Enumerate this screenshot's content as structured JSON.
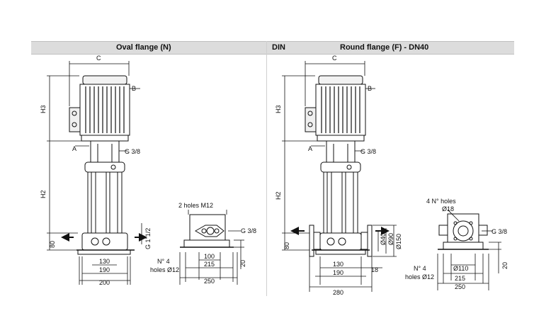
{
  "headers": {
    "left": "Oval flange (N)",
    "din": "DIN",
    "right": "Round flange (F) - DN40"
  },
  "left": {
    "dims": {
      "c": "C",
      "b": "B",
      "a": "A",
      "h3": "H3",
      "h2": "H2",
      "g38": "G 3/8",
      "g112": "G 1\"1/2",
      "d80": "80",
      "d130": "130",
      "d190": "190",
      "d200": "200"
    },
    "base": {
      "holes_m12": "2 holes M12",
      "g38": "G 3/8",
      "n4": "N° 4",
      "holes12": "holes Ø12",
      "d100": "100",
      "d215": "215",
      "d250": "250",
      "d20": "20"
    }
  },
  "right": {
    "dims": {
      "c": "C",
      "b": "B",
      "a": "A",
      "h3": "H3",
      "h2": "H2",
      "g38": "G 3/8",
      "d80": "80",
      "d40": "Ø40",
      "d90": "Ø90",
      "d150": "Ø150",
      "d130": "130",
      "d18": "18",
      "d190": "190",
      "d280": "280"
    },
    "base": {
      "n4holes": "4 N° holes",
      "d18": "Ø18",
      "g38": "G 3/8",
      "n4": "N° 4",
      "holes12": "holes Ø12",
      "d110": "Ø110",
      "d215": "215",
      "d250": "250",
      "d20": "20"
    }
  }
}
